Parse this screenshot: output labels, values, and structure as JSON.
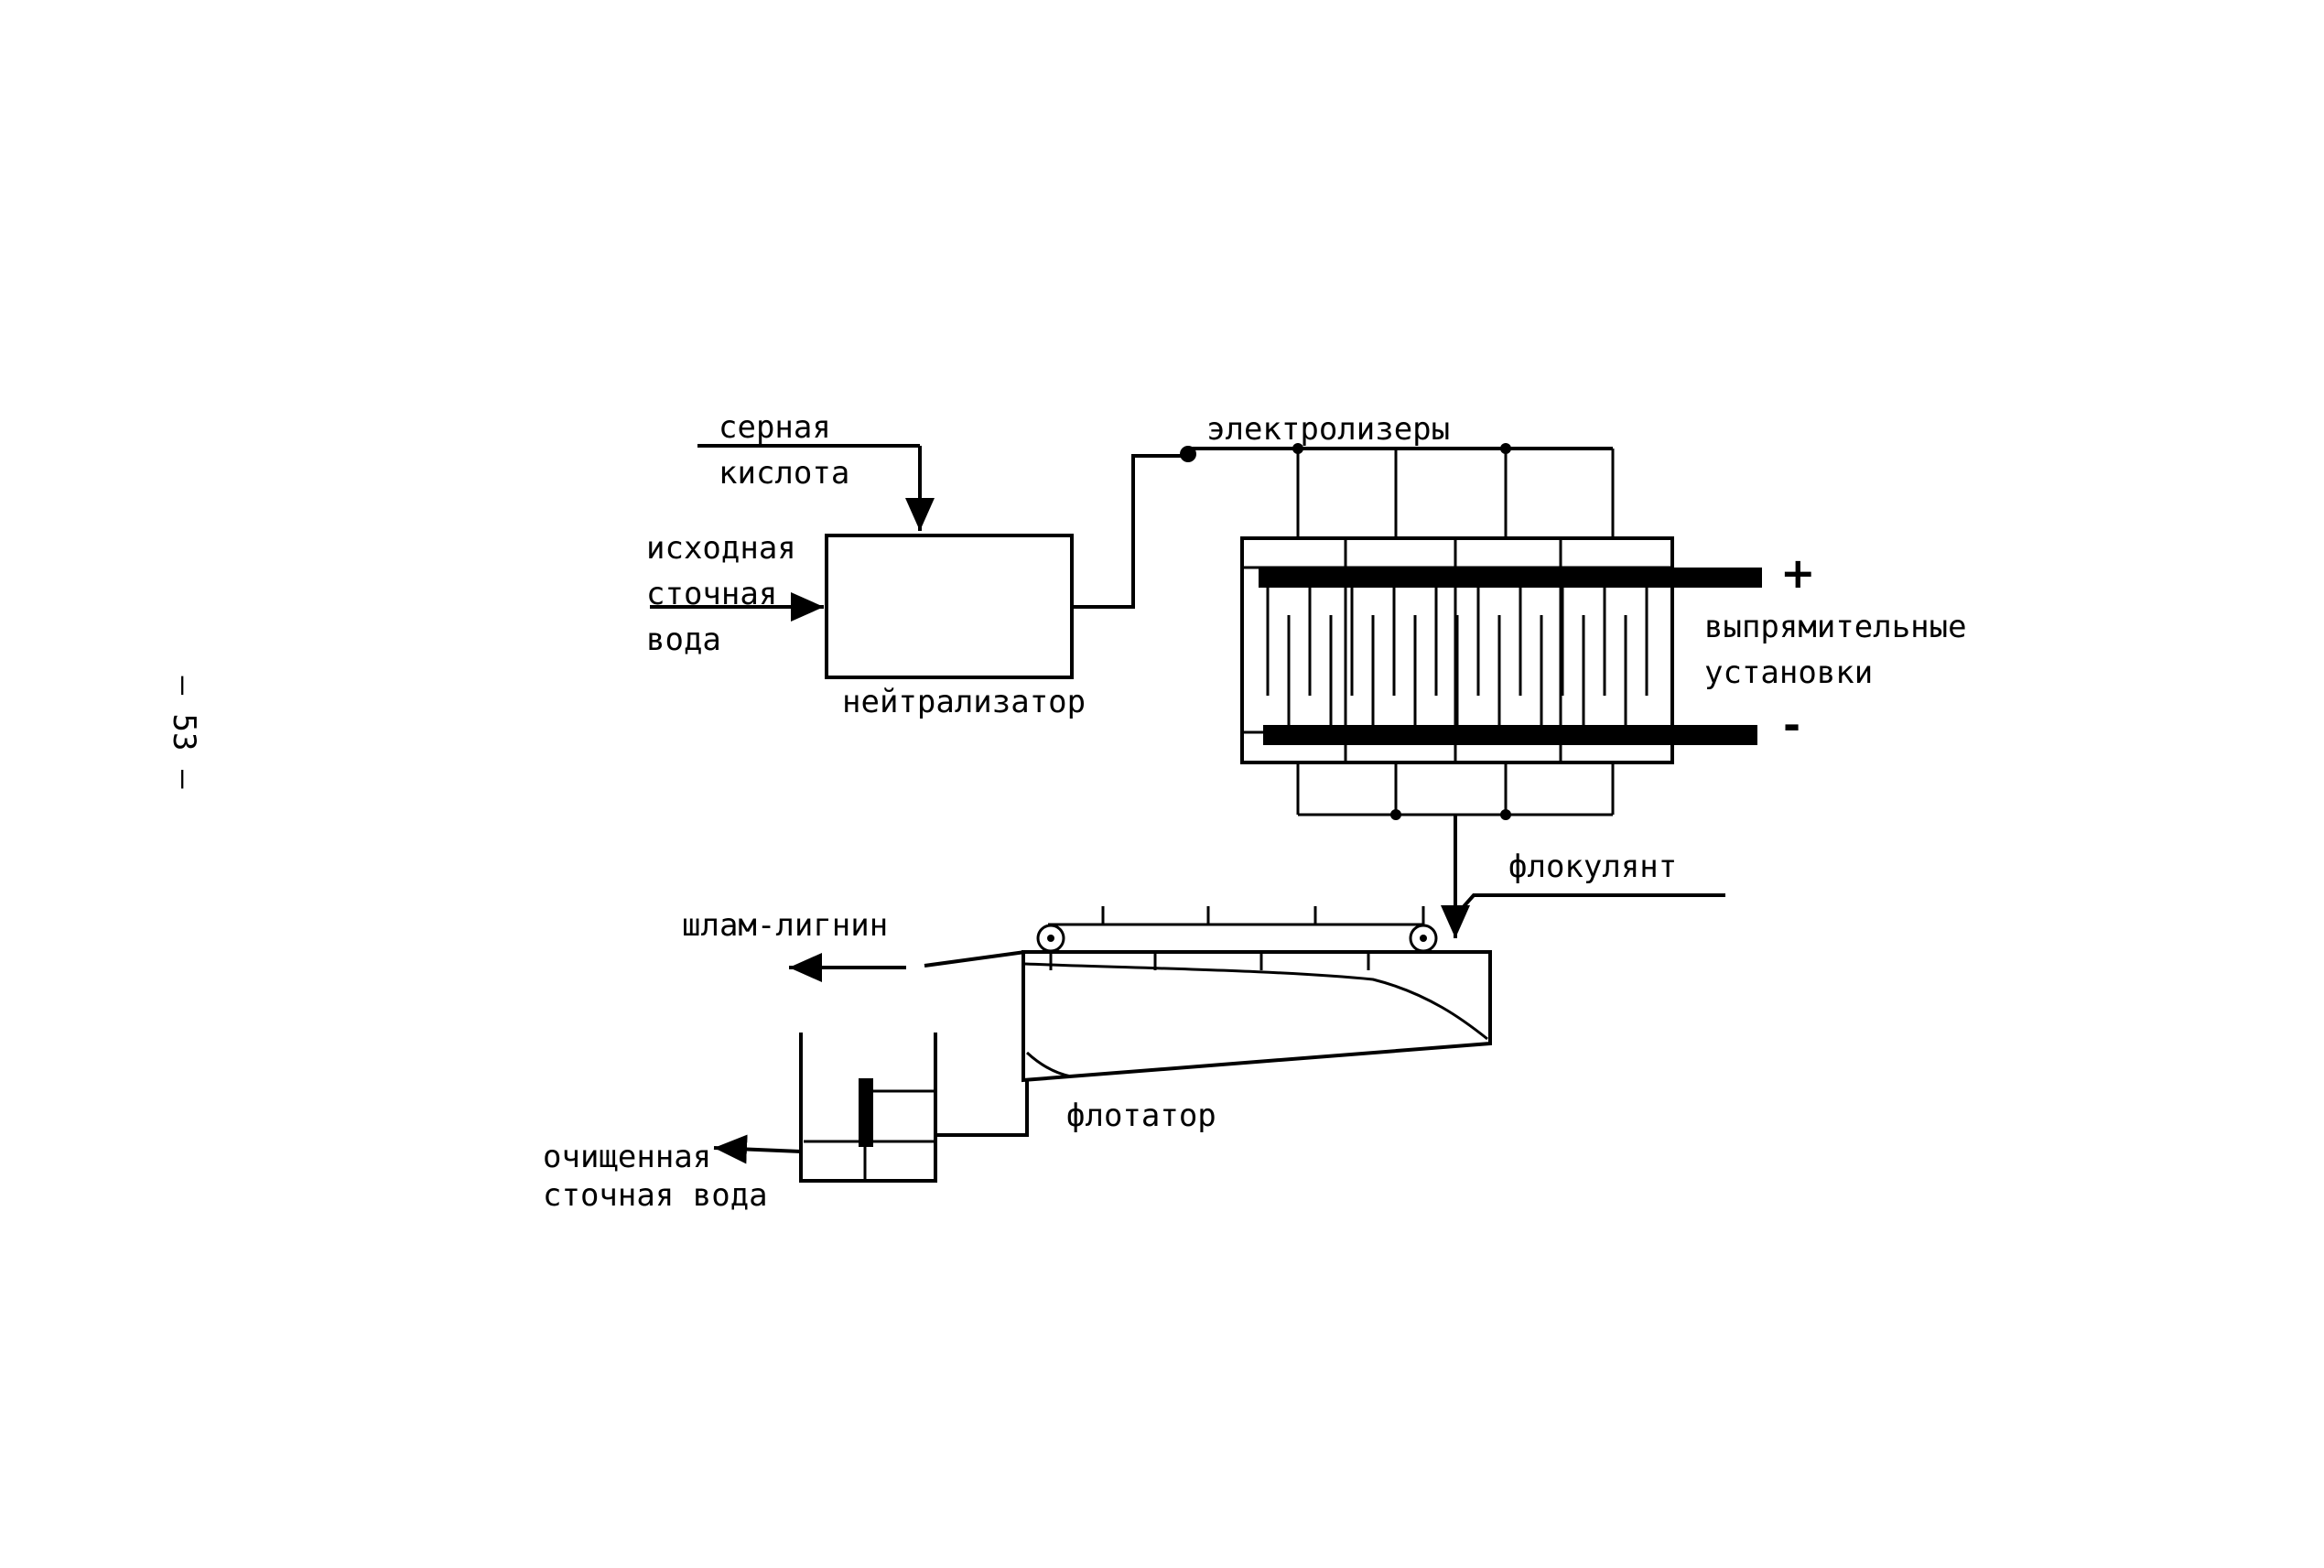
{
  "page_number": "— 53 —",
  "labels": {
    "sulfuric_acid": [
      "серная",
      "кислота"
    ],
    "raw_wastewater": [
      "исходная",
      "сточная",
      "вода"
    ],
    "neutralizer": "нейтрализатор",
    "electrolyzers": "электролизеры",
    "rectifiers": [
      "выпрямительные",
      "установки"
    ],
    "plus": "+",
    "minus": "-",
    "flocculant": "флокулянт",
    "lignin_sludge": "шлам-лигнин",
    "flotator": "флотатор",
    "treated_water": [
      "очищенная",
      "сточная вода"
    ]
  },
  "colors": {
    "ink": "#000000",
    "paper": "#ffffff"
  }
}
